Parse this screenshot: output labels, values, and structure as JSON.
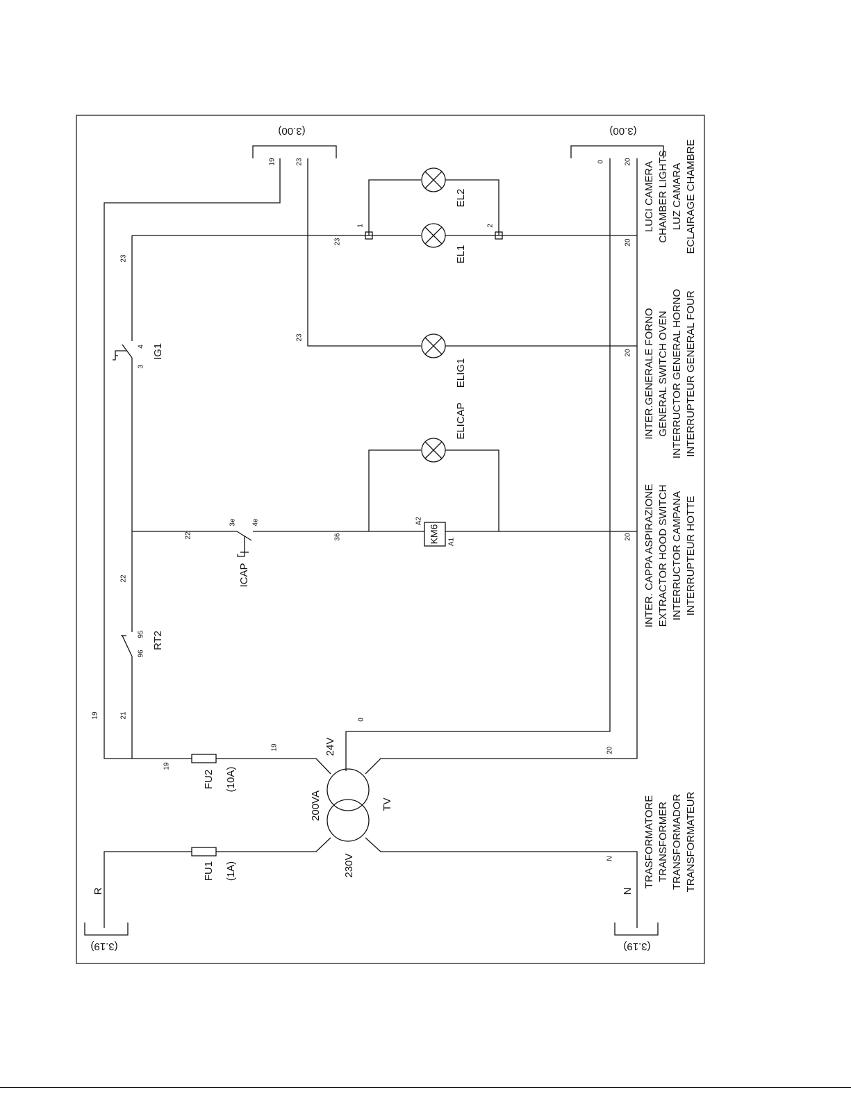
{
  "refs": {
    "top_left": "(3.00)",
    "top_right": "(3.00)",
    "bottom_left": "(3.19)",
    "bottom_right": "(3.19)"
  },
  "terminals": {
    "top_19": "19",
    "top_23": "23",
    "top_0": "0",
    "top_20": "20",
    "bottom_R": "R",
    "bottom_N": "N"
  },
  "wire_numbers": {
    "w19_left": "19",
    "w21": "21",
    "w22_a": "22",
    "w22_b": "22",
    "w23_a": "23",
    "w23_b": "23",
    "w23_c": "23",
    "w36": "36",
    "w20_a": "20",
    "w20_b": "20",
    "w20_c": "20",
    "w20_d": "20",
    "w0": "0",
    "w19_fu2": "19",
    "w19_tx": "19",
    "wN": "N"
  },
  "components": {
    "fu1": {
      "label": "FU1",
      "rating": "(1A)"
    },
    "fu2": {
      "label": "FU2",
      "rating": "(10A)"
    },
    "transformer": {
      "label": "TV",
      "power": "200VA",
      "primary": "230V",
      "secondary": "24V"
    },
    "rt2": {
      "label": "RT2",
      "pin_a": "96",
      "pin_b": "95"
    },
    "icap": {
      "label": "ICAP",
      "pin_a": "3e",
      "pin_b": "4e"
    },
    "ig1": {
      "label": "IG1",
      "pin_a": "3",
      "pin_b": "4"
    },
    "km6": {
      "label": "KM6",
      "pin_a": "A2",
      "pin_b": "A1"
    },
    "elicap": {
      "label": "ELICAP"
    },
    "elig1": {
      "label": "ELIG1"
    },
    "el1": {
      "label": "EL1"
    },
    "el2": {
      "label": "EL2"
    },
    "node_1": {
      "label": "1"
    },
    "node_2": {
      "label": "2"
    }
  },
  "legends": {
    "transformer": [
      "TRASFORMATORE",
      "TRANSFORMER",
      "TRANSFORMADOR",
      "TRANSFORMATEUR"
    ],
    "hood_switch": [
      "INTER. CAPPA ASPIRAZIONE",
      "EXTRACTOR HOOD SWITCH",
      "INTERRUCTOR CAMPANA",
      "INTERRUPTEUR HOTTE"
    ],
    "general_switch": [
      "INTER.GENERALE FORNO",
      "GENERAL SWITCH OVEN",
      "INTERRUCTOR GENERAL HORNO",
      "INTERRUPTEUR GENERAL FOUR"
    ],
    "chamber_lights": [
      "LUCI CAMERA",
      "CHAMBER LIGHTS",
      "LUZ CAMARA",
      "ECLAIRAGE CHAMBRE"
    ]
  }
}
